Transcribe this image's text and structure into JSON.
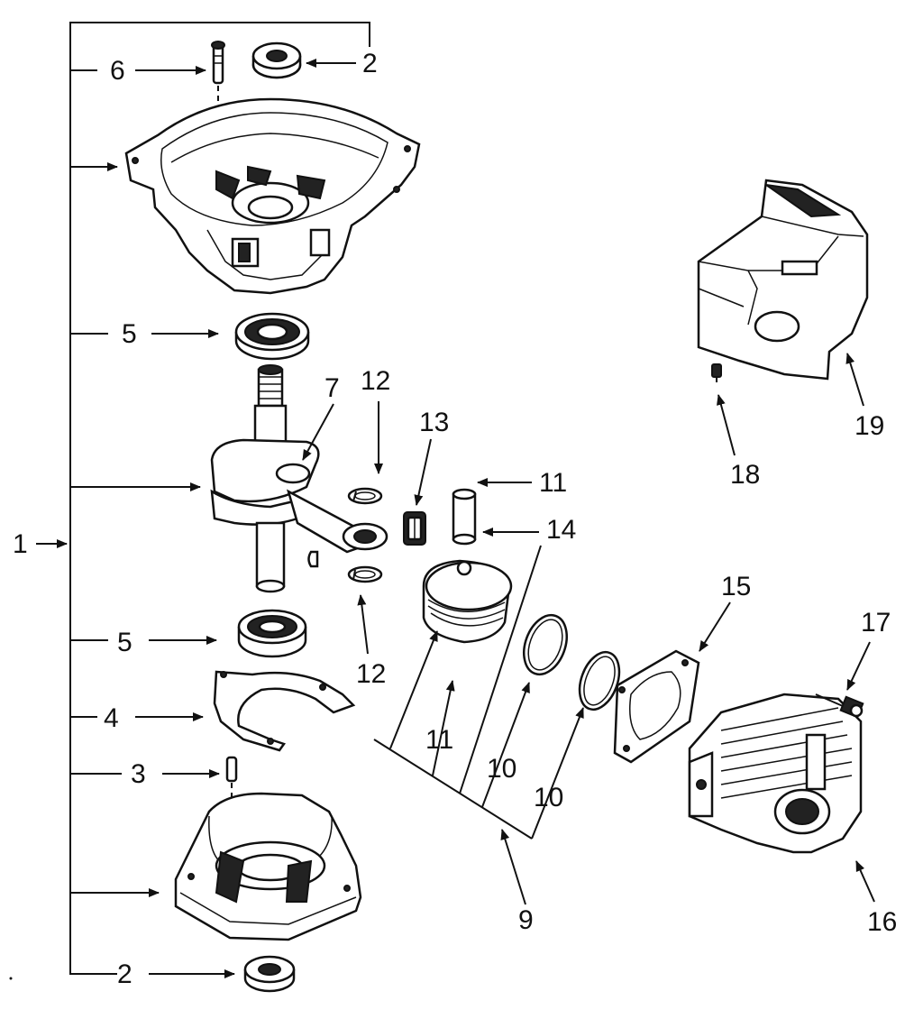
{
  "callouts": {
    "c1": "1",
    "c2_top": "2",
    "c2_bottom": "2",
    "c3": "3",
    "c4": "4",
    "c5_top": "5",
    "c5_bottom": "5",
    "c6": "6",
    "c7": "7",
    "c9": "9",
    "c10_a": "10",
    "c10_b": "10",
    "c11_a": "11",
    "c11_b": "11",
    "c12_top": "12",
    "c12_bottom": "12",
    "c13": "13",
    "c14": "14",
    "c15": "15",
    "c16": "16",
    "c17": "17",
    "c18": "18",
    "c19": "19"
  },
  "colors": {
    "ink": "#111111",
    "paper": "#ffffff"
  }
}
